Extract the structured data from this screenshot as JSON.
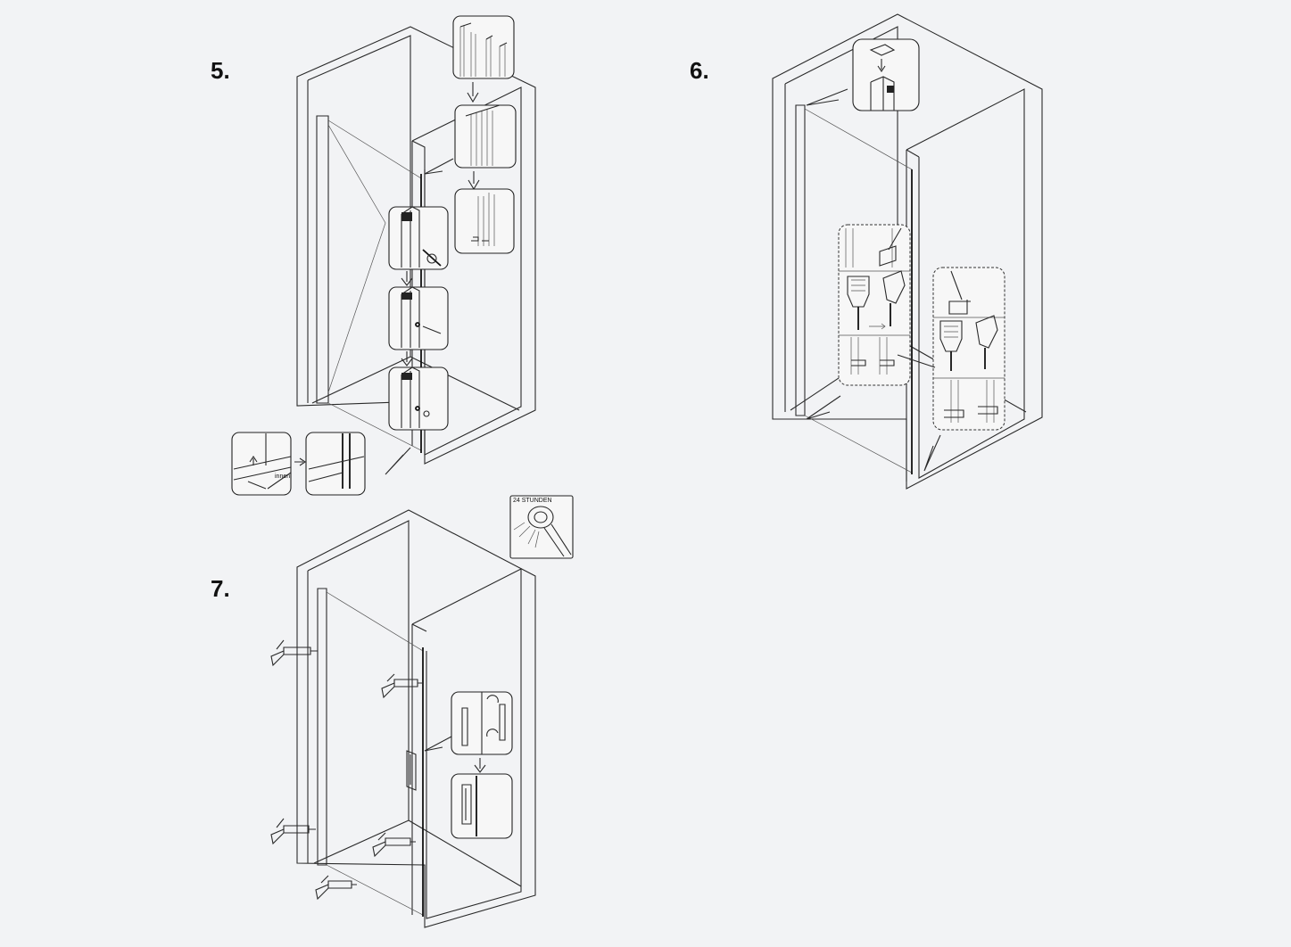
{
  "steps": [
    {
      "number": "5."
    },
    {
      "number": "6."
    },
    {
      "number": "7."
    }
  ],
  "labels": {
    "innen": "innen",
    "cure_time": "24 STUNDEN"
  },
  "icons": {
    "down_arrow": "down-arrow-icon",
    "right_arrow": "right-arrow-icon",
    "up_arrow": "up-arrow-icon",
    "drill": "drill-icon",
    "screw": "screw-icon",
    "silicone_gun": "silicone-gun-icon",
    "shower_head": "shower-head-icon"
  },
  "colors": {
    "background": "#f2f3f5",
    "line": "#2a2a2a",
    "panel": "#f7f7f7"
  }
}
